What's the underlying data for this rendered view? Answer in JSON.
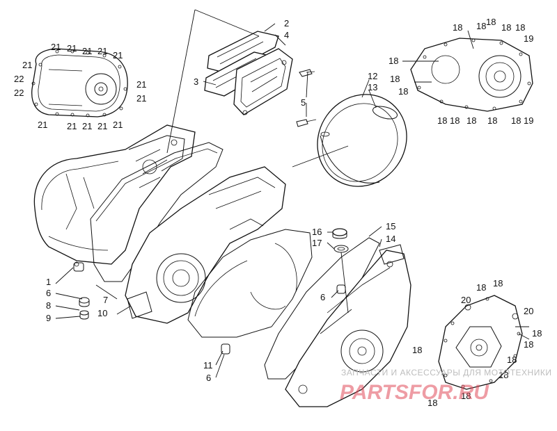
{
  "callouts": [
    {
      "id": "c1",
      "text": "2"
    },
    {
      "id": "c2",
      "text": "4"
    },
    {
      "id": "c3",
      "text": "3"
    },
    {
      "id": "c4",
      "text": "5"
    },
    {
      "id": "c5",
      "text": "12"
    },
    {
      "id": "c6",
      "text": "13"
    },
    {
      "id": "c7",
      "text": "1"
    },
    {
      "id": "c8",
      "text": "6"
    },
    {
      "id": "c9",
      "text": "8"
    },
    {
      "id": "c10",
      "text": "9"
    },
    {
      "id": "c11",
      "text": "7"
    },
    {
      "id": "c12",
      "text": "10"
    },
    {
      "id": "c13",
      "text": "16"
    },
    {
      "id": "c14",
      "text": "17"
    },
    {
      "id": "c15",
      "text": "15"
    },
    {
      "id": "c16",
      "text": "14"
    },
    {
      "id": "c17",
      "text": "6"
    },
    {
      "id": "c18",
      "text": "11"
    },
    {
      "id": "c19",
      "text": "6"
    },
    {
      "id": "c20",
      "text": "21"
    },
    {
      "id": "c21",
      "text": "21"
    },
    {
      "id": "c22",
      "text": "21"
    },
    {
      "id": "c23",
      "text": "21"
    },
    {
      "id": "c24",
      "text": "21"
    },
    {
      "id": "c25",
      "text": "21"
    },
    {
      "id": "c26",
      "text": "22"
    },
    {
      "id": "c27",
      "text": "22"
    },
    {
      "id": "c28",
      "text": "21"
    },
    {
      "id": "c29",
      "text": "21"
    },
    {
      "id": "c30",
      "text": "21"
    },
    {
      "id": "c31",
      "text": "21"
    },
    {
      "id": "c32",
      "text": "21"
    },
    {
      "id": "c33",
      "text": "21"
    },
    {
      "id": "c34",
      "text": "21"
    },
    {
      "id": "c35",
      "text": "18"
    },
    {
      "id": "c36",
      "text": "18"
    },
    {
      "id": "c37",
      "text": "18"
    },
    {
      "id": "c38",
      "text": "18"
    },
    {
      "id": "c39",
      "text": "18"
    },
    {
      "id": "c40",
      "text": "19"
    },
    {
      "id": "c41",
      "text": "18"
    },
    {
      "id": "c42",
      "text": "18"
    },
    {
      "id": "c43",
      "text": "18"
    },
    {
      "id": "c44",
      "text": "18"
    },
    {
      "id": "c45",
      "text": "18"
    },
    {
      "id": "c46",
      "text": "18"
    },
    {
      "id": "c47",
      "text": "18"
    },
    {
      "id": "c48",
      "text": "18"
    },
    {
      "id": "c49",
      "text": "19"
    },
    {
      "id": "c50",
      "text": "18"
    },
    {
      "id": "c51",
      "text": "18"
    },
    {
      "id": "c52",
      "text": "20"
    },
    {
      "id": "c53",
      "text": "20"
    },
    {
      "id": "c54",
      "text": "18"
    },
    {
      "id": "c55",
      "text": "18"
    },
    {
      "id": "c56",
      "text": "18"
    },
    {
      "id": "c57",
      "text": "18"
    },
    {
      "id": "c58",
      "text": "18"
    },
    {
      "id": "c59",
      "text": "18"
    },
    {
      "id": "c60",
      "text": "18"
    }
  ],
  "watermark": {
    "tagline": "ЗАПЧАСТИ И АКСЕССУАРЫ ДЛЯ МОТОТЕХНИКИ",
    "logo": "PARTSFOR.RU",
    "color_primary": "#e04a5a",
    "color_secondary": "#c9c9c9"
  }
}
